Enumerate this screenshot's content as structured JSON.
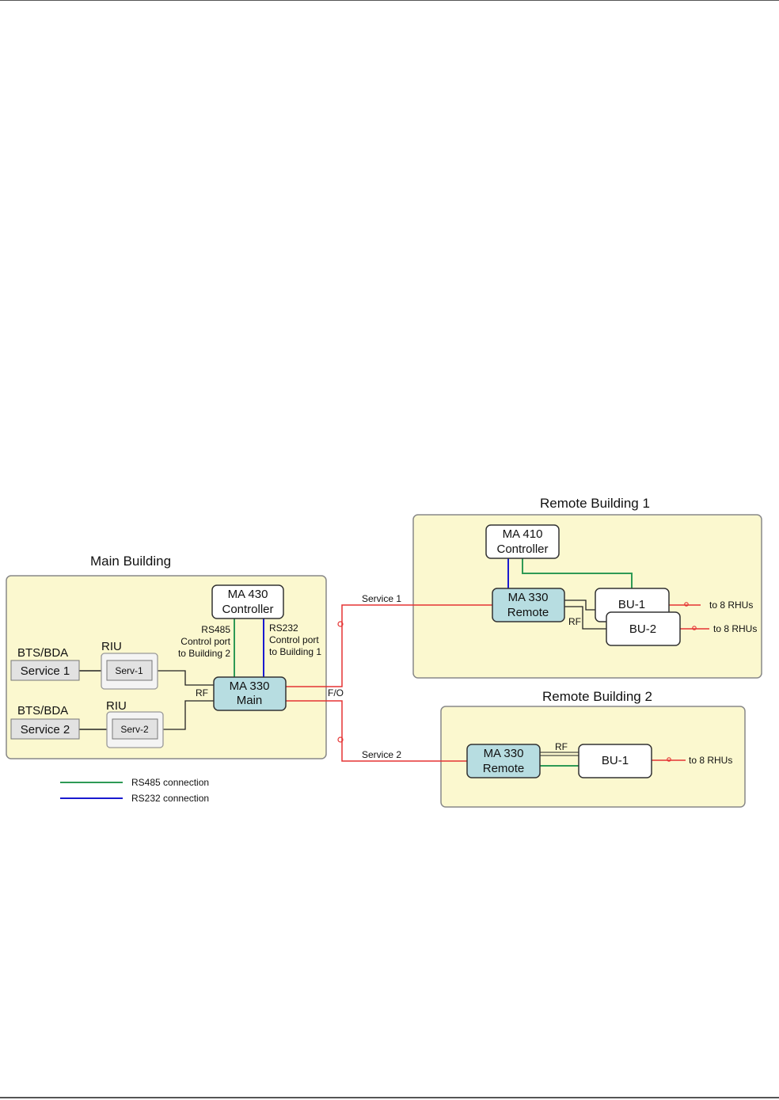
{
  "colors": {
    "building_fill": "#fbf8cf",
    "building_stroke": "#888888",
    "ma330_fill": "#b7dde1",
    "box_fill": "#ffffff",
    "service_fill": "#e2e2e2",
    "rs485": "#2e9a55",
    "rs232": "#1a1ad0",
    "fiber": "#e53333",
    "rf": "#222222"
  },
  "main_building": {
    "title": "Main Building",
    "bts1": {
      "label": "BTS/BDA",
      "service": "Service 1"
    },
    "bts2": {
      "label": "BTS/BDA",
      "service": "Service 2"
    },
    "riu1": {
      "label": "RIU",
      "card": "Serv-1"
    },
    "riu2": {
      "label": "RIU",
      "card": "Serv-2"
    },
    "controller": {
      "line1": "MA 430",
      "line2": "Controller"
    },
    "main_unit": {
      "line1": "MA 330",
      "line2": "Main"
    },
    "rs485_note": [
      "RS485",
      "Control port",
      "to Building 2"
    ],
    "rs232_note": [
      "RS232",
      "Control port",
      "to Building 1"
    ],
    "rf_label": "RF",
    "fo_label": "F/O"
  },
  "remote_building_1": {
    "title": "Remote Building 1",
    "controller": {
      "line1": "MA 410",
      "line2": "Controller"
    },
    "remote": {
      "line1": "MA 330",
      "line2": "Remote"
    },
    "bu1": "BU-1",
    "bu2": "BU-2",
    "rf_label": "RF",
    "rhu1": "to 8 RHUs",
    "rhu2": "to 8 RHUs",
    "service_label": "Service 1"
  },
  "remote_building_2": {
    "title": "Remote Building 2",
    "remote": {
      "line1": "MA 330",
      "line2": "Remote"
    },
    "bu1": "BU-1",
    "rf_label": "RF",
    "rhu": "to 8 RHUs",
    "service_label": "Service 2"
  },
  "legend": {
    "rs485": "RS485 connection",
    "rs232": "RS232 connection"
  }
}
